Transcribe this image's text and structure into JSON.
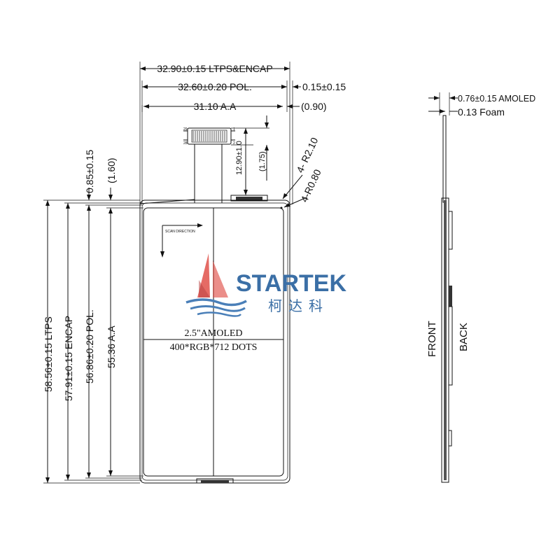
{
  "front_view": {
    "dimensions": {
      "ltps_encap_width": "32.90±0.15 LTPS&ENCAP",
      "pol_width": "32.60±0.20 POL.",
      "pol_offset": "0.15±0.15",
      "aa_width": "31.10 A.A",
      "aa_offset": "(0.90)",
      "fpc_height": "12.90±1.0",
      "fpc_ref": "(1.75)",
      "outer_radius": "4- R2.10",
      "inner_radius": "4-R0.80",
      "top_offset": "0.85±0.15",
      "top_ref": "(1.60)",
      "ltps_height": "58.56±0.15 LTPS",
      "encap_height": "57.91±0.15 ENCAP",
      "pol_height": "56.86±0.20 POL.",
      "aa_height": "55.36 A.A"
    },
    "panel_label": {
      "size": "2.5\"AMOLED",
      "resolution": "400*RGB*712 DOTS"
    },
    "corner_mark": "SCAN DIRECTION",
    "connector_labels": [
      "29",
      "1",
      "28",
      "2"
    ]
  },
  "logo": {
    "name": "STARTEK",
    "chinese": "柯达科",
    "colors": {
      "sail": "#e0514a",
      "text": "#3b6fa6",
      "wave": "#4a7fb8"
    }
  },
  "side_view": {
    "dimensions": {
      "amoled_thickness": "0.76±0.15 AMOLED",
      "foam_thickness": "0.13 Foam"
    },
    "labels": {
      "front": "FRONT",
      "back": "BACK"
    }
  }
}
